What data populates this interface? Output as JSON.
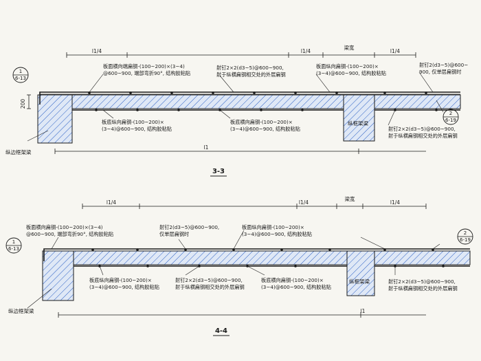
{
  "colors": {
    "ink": "#1a1a1a",
    "hatch": "#2b5fc4",
    "paper": "#f7f6f1",
    "fill": "#dfe8f6"
  },
  "dims": {
    "quarter_span": "l1/4",
    "beam_width": "梁宽",
    "span": "l1",
    "height_200": "200"
  },
  "section_3_3": {
    "title": "3-3",
    "ref_left": {
      "num": "1",
      "sheet": "6-13"
    },
    "ref_right": {
      "num": "2",
      "sheet": "6-19"
    },
    "note_top_left": [
      "板面横向端扁钢-(100~200)×(3~4)",
      "@600~900, 端部弯折90°, 结构胶粘贴"
    ],
    "note_top_mid": [
      "射钉2×2(d3~5)@600~900,",
      "射于纵横扁钢相交处的外层扁钢"
    ],
    "note_top_right_a": [
      "板面纵向扁钢-(100~200)×",
      "(3~4)@600~900, 结构胶粘贴"
    ],
    "note_top_right_b": [
      "射钉2(d3~5)@600~",
      "900, 仅单层扁钢时"
    ],
    "note_bottom_left": [
      "板底纵向扁钢-(100~200)×",
      "(3~4)@600~900, 结构胶粘贴"
    ],
    "note_bottom_mid": [
      "板底横向扁钢-(100~200)×",
      "(3~4)@600~900, 结构胶粘贴"
    ],
    "note_bottom_right": [
      "射钉2×2(d3~5)@600~900,",
      "射于纵横扁钢相交处的外层扁钢"
    ],
    "label_edge_beam": "纵边框架梁",
    "label_frame_beam": "纵框架梁"
  },
  "section_4_4": {
    "title": "4-4",
    "ref_left": {
      "num": "1",
      "sheet": "6-13"
    },
    "ref_right": {
      "num": "2",
      "sheet": "6-19"
    },
    "note_top_left": [
      "板面横向扁钢-(100~200)×(3~4)",
      "@600~900, 端部弯折90°, 结构胶粘贴"
    ],
    "note_top_mid": [
      "射钉2(d3~5)@600~900,",
      "仅单层扁钢时"
    ],
    "note_top_right": [
      "板面纵向扁钢-(100~200)×",
      "(3~4)@600~900, 结构胶粘贴"
    ],
    "note_bottom_1": [
      "板底纵向扁钢-(100~200)×",
      "(3~4)@600~900, 结构胶粘贴"
    ],
    "note_bottom_2": [
      "射钉2×2(d3~5)@600~900,",
      "射于纵横扁钢相交处的外层扁钢"
    ],
    "note_bottom_3": [
      "板底横向扁钢-(100~200)×",
      "(3~4)@600~900, 结构胶粘贴"
    ],
    "note_bottom_4": [
      "射钉2×2(d3~5)@600~900,",
      "射于纵横扁钢相交处的外层扁钢"
    ],
    "label_edge_beam": "纵边框架梁",
    "label_frame_beam": "纵框架梁"
  }
}
